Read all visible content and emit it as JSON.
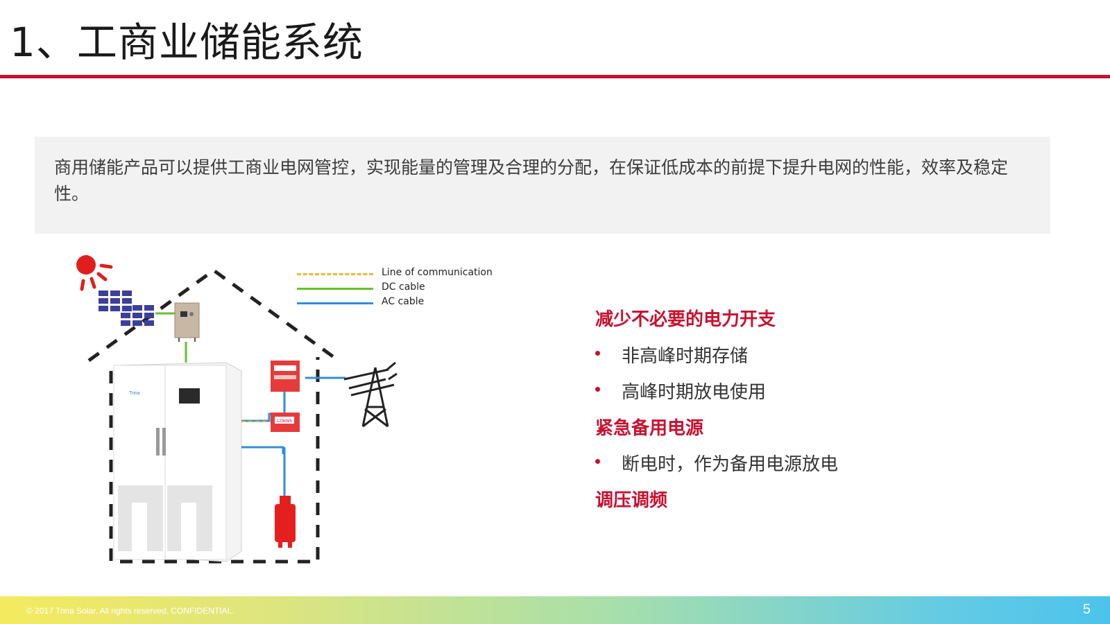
{
  "slide": {
    "title": "1、工商业储能系统",
    "intro": "商用储能产品可以提供工商业电网管控，实现能量的管理及合理的分配，在保证低成本的前提下提升电网的性能，效率及稳定性。"
  },
  "legend": [
    {
      "label": "Line of communication",
      "color": "#f2b632",
      "style": "dashed"
    },
    {
      "label": "DC cable",
      "color": "#63c22e",
      "style": "solid"
    },
    {
      "label": "AC cable",
      "color": "#2f8fd8",
      "style": "solid"
    }
  ],
  "diagram": {
    "cabinet_brand": "Trina",
    "meter_label": "123kWh",
    "icons": [
      "sun-icon",
      "solar-panel-icon",
      "inverter-icon",
      "battery-cabinet-icon",
      "meter-icon",
      "power-tower-icon",
      "plug-icon"
    ]
  },
  "points": {
    "sections": [
      {
        "heading": "减少不必要的电力开支",
        "items": [
          "非高峰时期存储",
          "高峰时期放电使用"
        ]
      },
      {
        "heading": "紧急备用电源",
        "items": [
          "断电时，作为备用电源放电"
        ]
      },
      {
        "heading": "调压调频",
        "items": []
      }
    ]
  },
  "footer": {
    "copyright": "© 2017 Trina Solar. All rights reserved. CONFIDENTIAL.",
    "page_number": "5"
  },
  "colors": {
    "accent": "#c8102e",
    "intro_bg": "#f2f2f2"
  }
}
